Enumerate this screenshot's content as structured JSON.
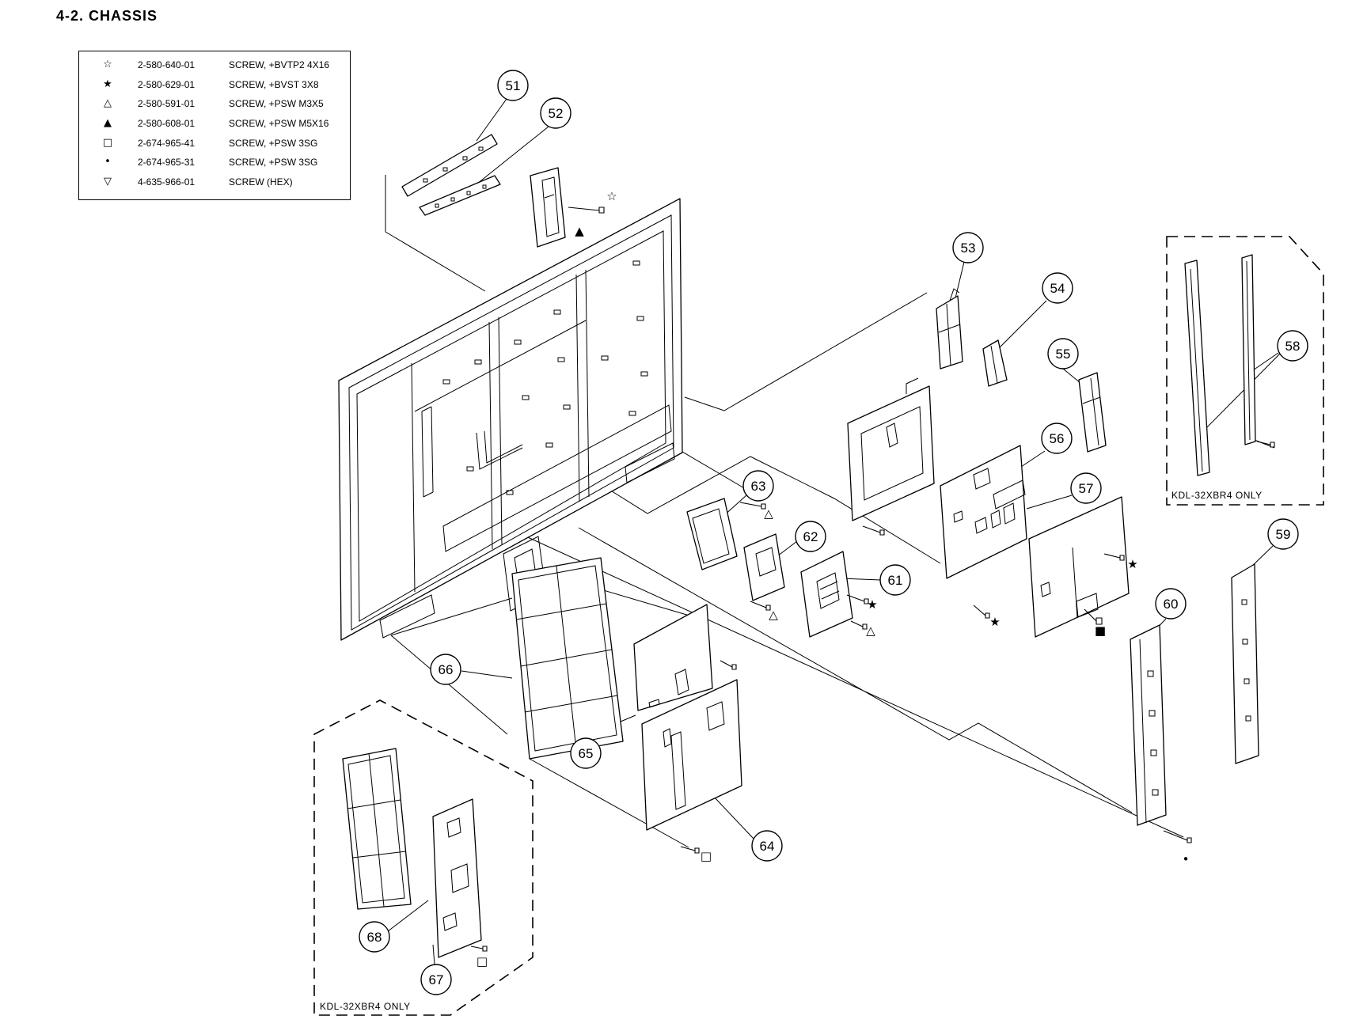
{
  "title": "4-2. CHASSIS",
  "legend": [
    {
      "symbol": "☆",
      "part_no": "2-580-640-01",
      "description": "SCREW, +BVTP2 4X16"
    },
    {
      "symbol": "★",
      "part_no": "2-580-629-01",
      "description": "SCREW, +BVST 3X8"
    },
    {
      "symbol": "△",
      "part_no": "2-580-591-01",
      "description": "SCREW, +PSW M3X5"
    },
    {
      "symbol": "▲",
      "part_no": "2-580-608-01",
      "description": "SCREW, +PSW M5X16"
    },
    {
      "symbol": "□",
      "part_no": "2-674-965-41",
      "description": "SCREW, +PSW 3SG"
    },
    {
      "symbol": "•",
      "part_no": "2-674-965-31",
      "description": "SCREW, +PSW 3SG"
    },
    {
      "symbol": "▽",
      "part_no": "4-635-966-01",
      "description": "SCREW (HEX)"
    }
  ],
  "callouts": [
    "51",
    "52",
    "53",
    "54",
    "55",
    "56",
    "57",
    "58",
    "59",
    "60",
    "61",
    "62",
    "63",
    "64",
    "65",
    "66",
    "67",
    "68"
  ],
  "model_notes": {
    "rails_box": "KDL-32XBR4 ONLY",
    "power_box": "KDL-32XBR4 ONLY"
  },
  "screw_markers": [
    "☆",
    "▲",
    "△",
    "△",
    "★",
    "△",
    "★",
    "★",
    "■",
    "□",
    "□",
    "•"
  ]
}
